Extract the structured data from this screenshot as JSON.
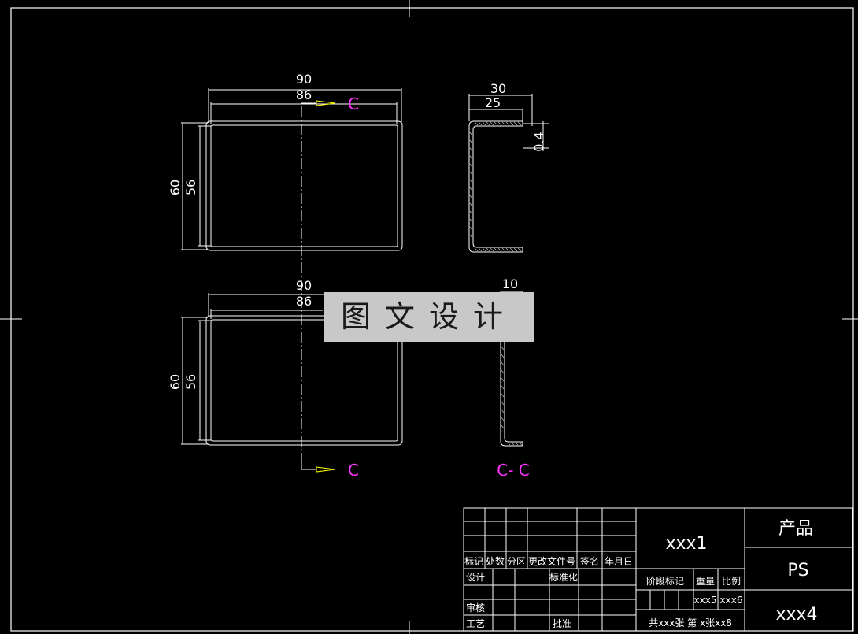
{
  "drawing": {
    "top_view": {
      "dim_outer_width": "90",
      "dim_inner_width": "86",
      "dim_outer_height": "60",
      "dim_inner_height": "56",
      "section_label_top": "C"
    },
    "bottom_view": {
      "dim_outer_width": "90",
      "dim_inner_width": "86",
      "dim_outer_height": "60",
      "dim_inner_height": "56",
      "section_label_bottom": "C"
    },
    "side_view": {
      "dim_outer": "30",
      "dim_inner": "25",
      "dim_thickness": "0.4"
    },
    "section_view": {
      "dim_width": "10",
      "title": "C- C"
    }
  },
  "watermark": "图文设计",
  "title_block": {
    "headers": [
      "标记",
      "处数",
      "分区",
      "更改文件号",
      "签名",
      "年月日"
    ],
    "design_label": "设计",
    "standardize_label": "标准化",
    "review_label": "审核",
    "process_label": "工艺",
    "approve_label": "批准",
    "stage_label": "阶段标记",
    "weight_label": "重量",
    "scale_label": "比例",
    "weight_value": "xxx5",
    "scale_value": "xxx6",
    "sheet_info": "共xxx张 第 x张xx8",
    "drawing_name": "xxx1",
    "product_label": "产品",
    "material": "PS",
    "drawing_number": "xxx4"
  },
  "colors": {
    "background": "#000000",
    "lines": "#ffffff",
    "section_label": "#ff33ff",
    "section_arrow": "#ffff00",
    "watermark_bg": "#c8c8c8"
  }
}
